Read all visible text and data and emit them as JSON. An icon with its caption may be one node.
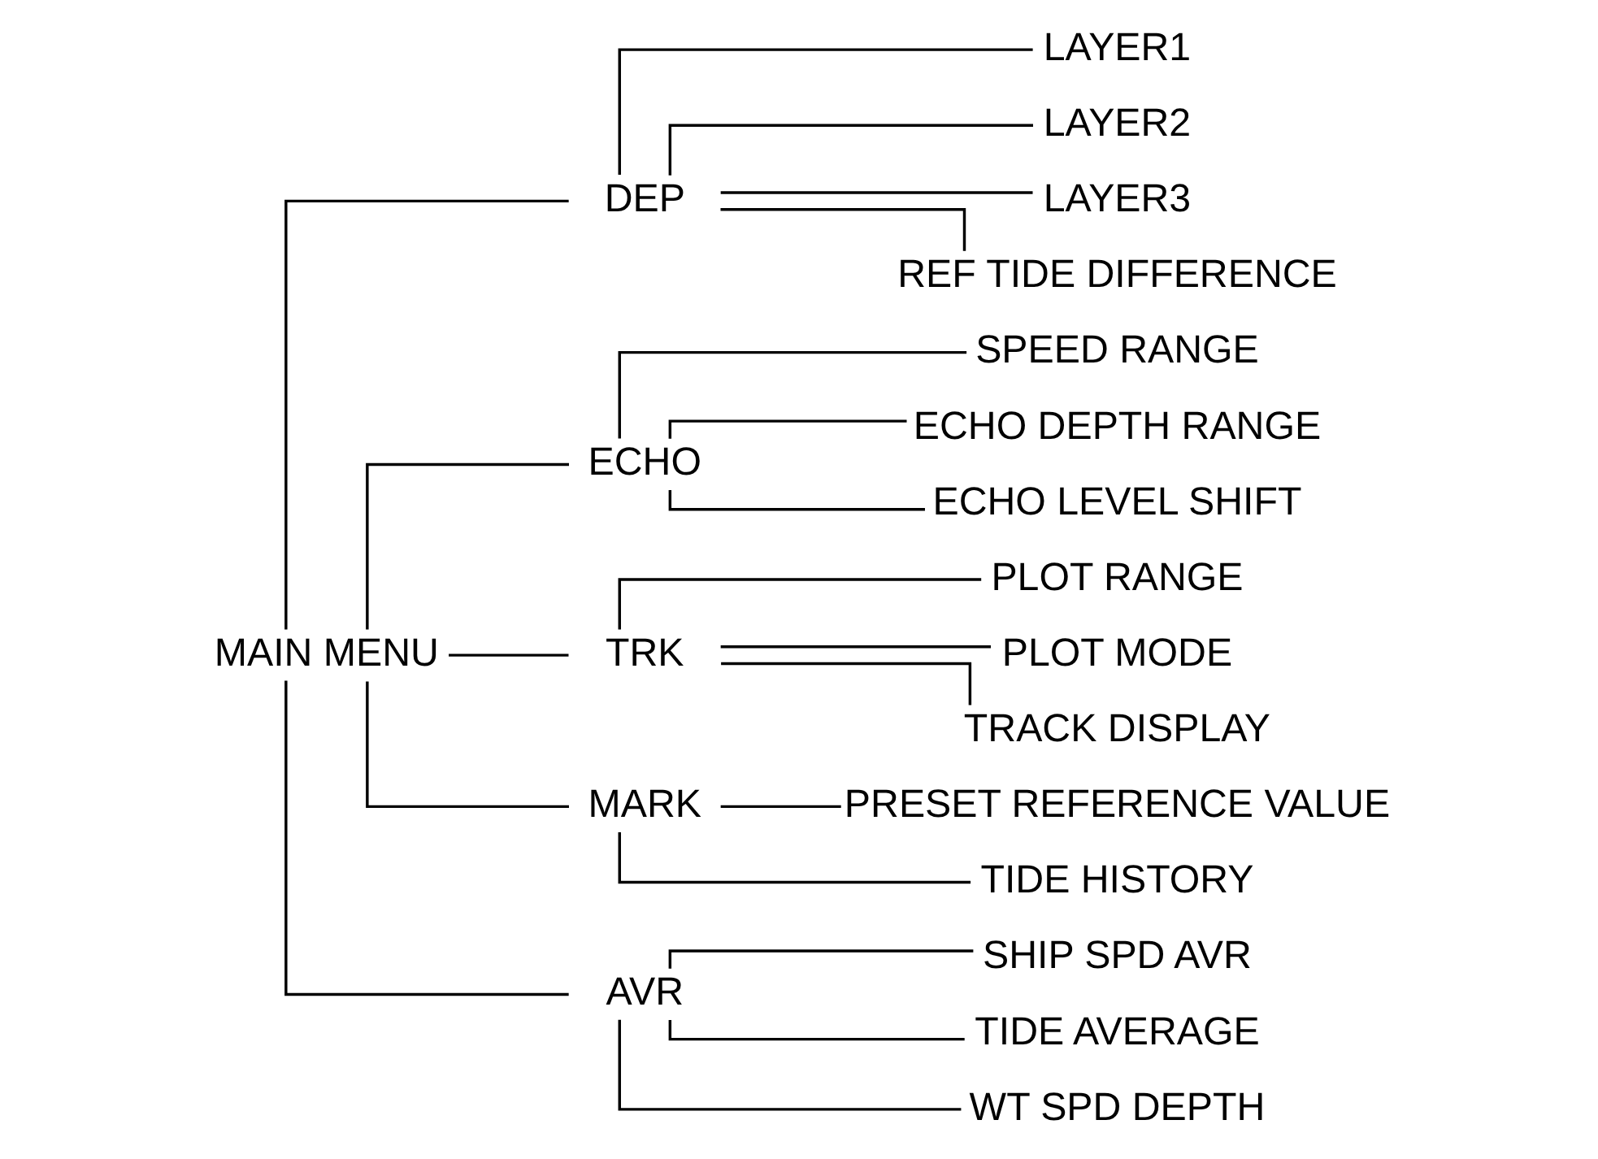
{
  "diagram": {
    "nodes": [
      {
        "text": [
          "MAIN MENU"
        ]
      },
      {
        "text": [
          "DEP"
        ]
      },
      {
        "text": [
          "LAYER1"
        ]
      },
      {
        "text": [
          "LAYER2"
        ]
      },
      {
        "text": [
          "LAYER3"
        ]
      },
      {
        "text": [
          "REF TIDE DIFFERENCE"
        ]
      },
      {
        "text": [
          "ECHO"
        ]
      },
      {
        "text": [
          "SPEED RANGE"
        ]
      },
      {
        "text": [
          "ECHO DEPTH RANGE"
        ]
      },
      {
        "text": [
          "ECHO LEVEL SHIFT"
        ]
      },
      {
        "text": [
          "TRK"
        ]
      },
      {
        "text": [
          "PLOT RANGE"
        ]
      },
      {
        "text": [
          "PLOT MODE"
        ]
      },
      {
        "text": [
          "TRACK DISPLAY"
        ]
      },
      {
        "text": [
          "MARK"
        ]
      },
      {
        "text": [
          "PRESET REFERENCE VALUE"
        ]
      },
      {
        "text": [
          "TIDE HISTORY"
        ]
      },
      {
        "text": [
          "AVR"
        ]
      },
      {
        "text": [
          "SHIP SPD AVR"
        ]
      },
      {
        "text": [
          "TIDE AVERAGE"
        ]
      },
      {
        "text": [
          "WT SPD DEPTH"
        ]
      }
    ],
    "edges": [
      {
        "from": 0,
        "to": 1,
        "arrow": "none"
      },
      {
        "from": 0,
        "to": 6,
        "arrow": "none"
      },
      {
        "from": 0,
        "to": 10,
        "arrow": "none"
      },
      {
        "from": 0,
        "to": 14,
        "arrow": "none"
      },
      {
        "from": 0,
        "to": 17,
        "arrow": "none"
      },
      {
        "from": 1,
        "to": 2,
        "arrow": "none"
      },
      {
        "from": 1,
        "to": 3,
        "arrow": "none"
      },
      {
        "from": 1,
        "to": 4,
        "arrow": "none"
      },
      {
        "from": 1,
        "to": 5,
        "arrow": "none"
      },
      {
        "from": 6,
        "to": 7,
        "arrow": "none"
      },
      {
        "from": 6,
        "to": 8,
        "arrow": "none"
      },
      {
        "from": 6,
        "to": 9,
        "arrow": "none"
      },
      {
        "from": 10,
        "to": 11,
        "arrow": "none"
      },
      {
        "from": 10,
        "to": 12,
        "arrow": "none"
      },
      {
        "from": 10,
        "to": 13,
        "arrow": "none"
      },
      {
        "from": 14,
        "to": 15,
        "arrow": "none"
      },
      {
        "from": 14,
        "to": 16,
        "arrow": "none"
      },
      {
        "from": 17,
        "to": 18,
        "arrow": "none"
      },
      {
        "from": 17,
        "to": 19,
        "arrow": "none"
      },
      {
        "from": 17,
        "to": 20,
        "arrow": "none"
      }
    ]
  }
}
